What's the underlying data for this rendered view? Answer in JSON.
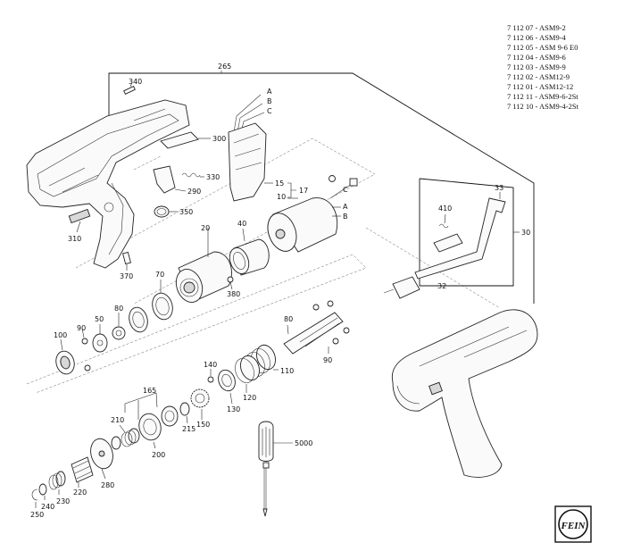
{
  "variants": [
    "7 112 07 -        ASM9-2",
    "7 112 06 -        ASM9-4",
    "7 112 05 - ASM 9-6 E0",
    "7 112 04 -        ASM9-6",
    "7 112 03 -        ASM9-9",
    "7 112 02 -      ASM12-9",
    "7 112 01 -    ASM12-12",
    "7 112 11 - ASM9-6-2St",
    "7 112 10 - ASM9-4-2St"
  ],
  "labels": {
    "p265": "265",
    "p340": "340",
    "p300": "300",
    "p330": "330",
    "p290": "290",
    "p350": "350",
    "p310": "310",
    "p370": "370",
    "wA": "A",
    "wB": "B",
    "wC": "C",
    "p15": "15",
    "p17": "17",
    "p10": "10",
    "mC": "C",
    "mA": "A",
    "mB": "B",
    "p40": "40",
    "p20": "20",
    "p380": "380",
    "p70": "70",
    "p410": "410",
    "p33": "33",
    "p30": "30",
    "p32": "32",
    "p80a": "80",
    "p50": "50",
    "p90a": "90",
    "p100": "100",
    "p80b": "80",
    "p90b": "90",
    "p110": "110",
    "p140": "140",
    "p120": "120",
    "p130": "130",
    "p165": "165",
    "p210": "210",
    "p150": "150",
    "p215": "215",
    "p200": "200",
    "p280": "280",
    "p220": "220",
    "p230": "230",
    "p240": "240",
    "p250": "250",
    "p5000": "5000"
  },
  "logo": "FEIN"
}
